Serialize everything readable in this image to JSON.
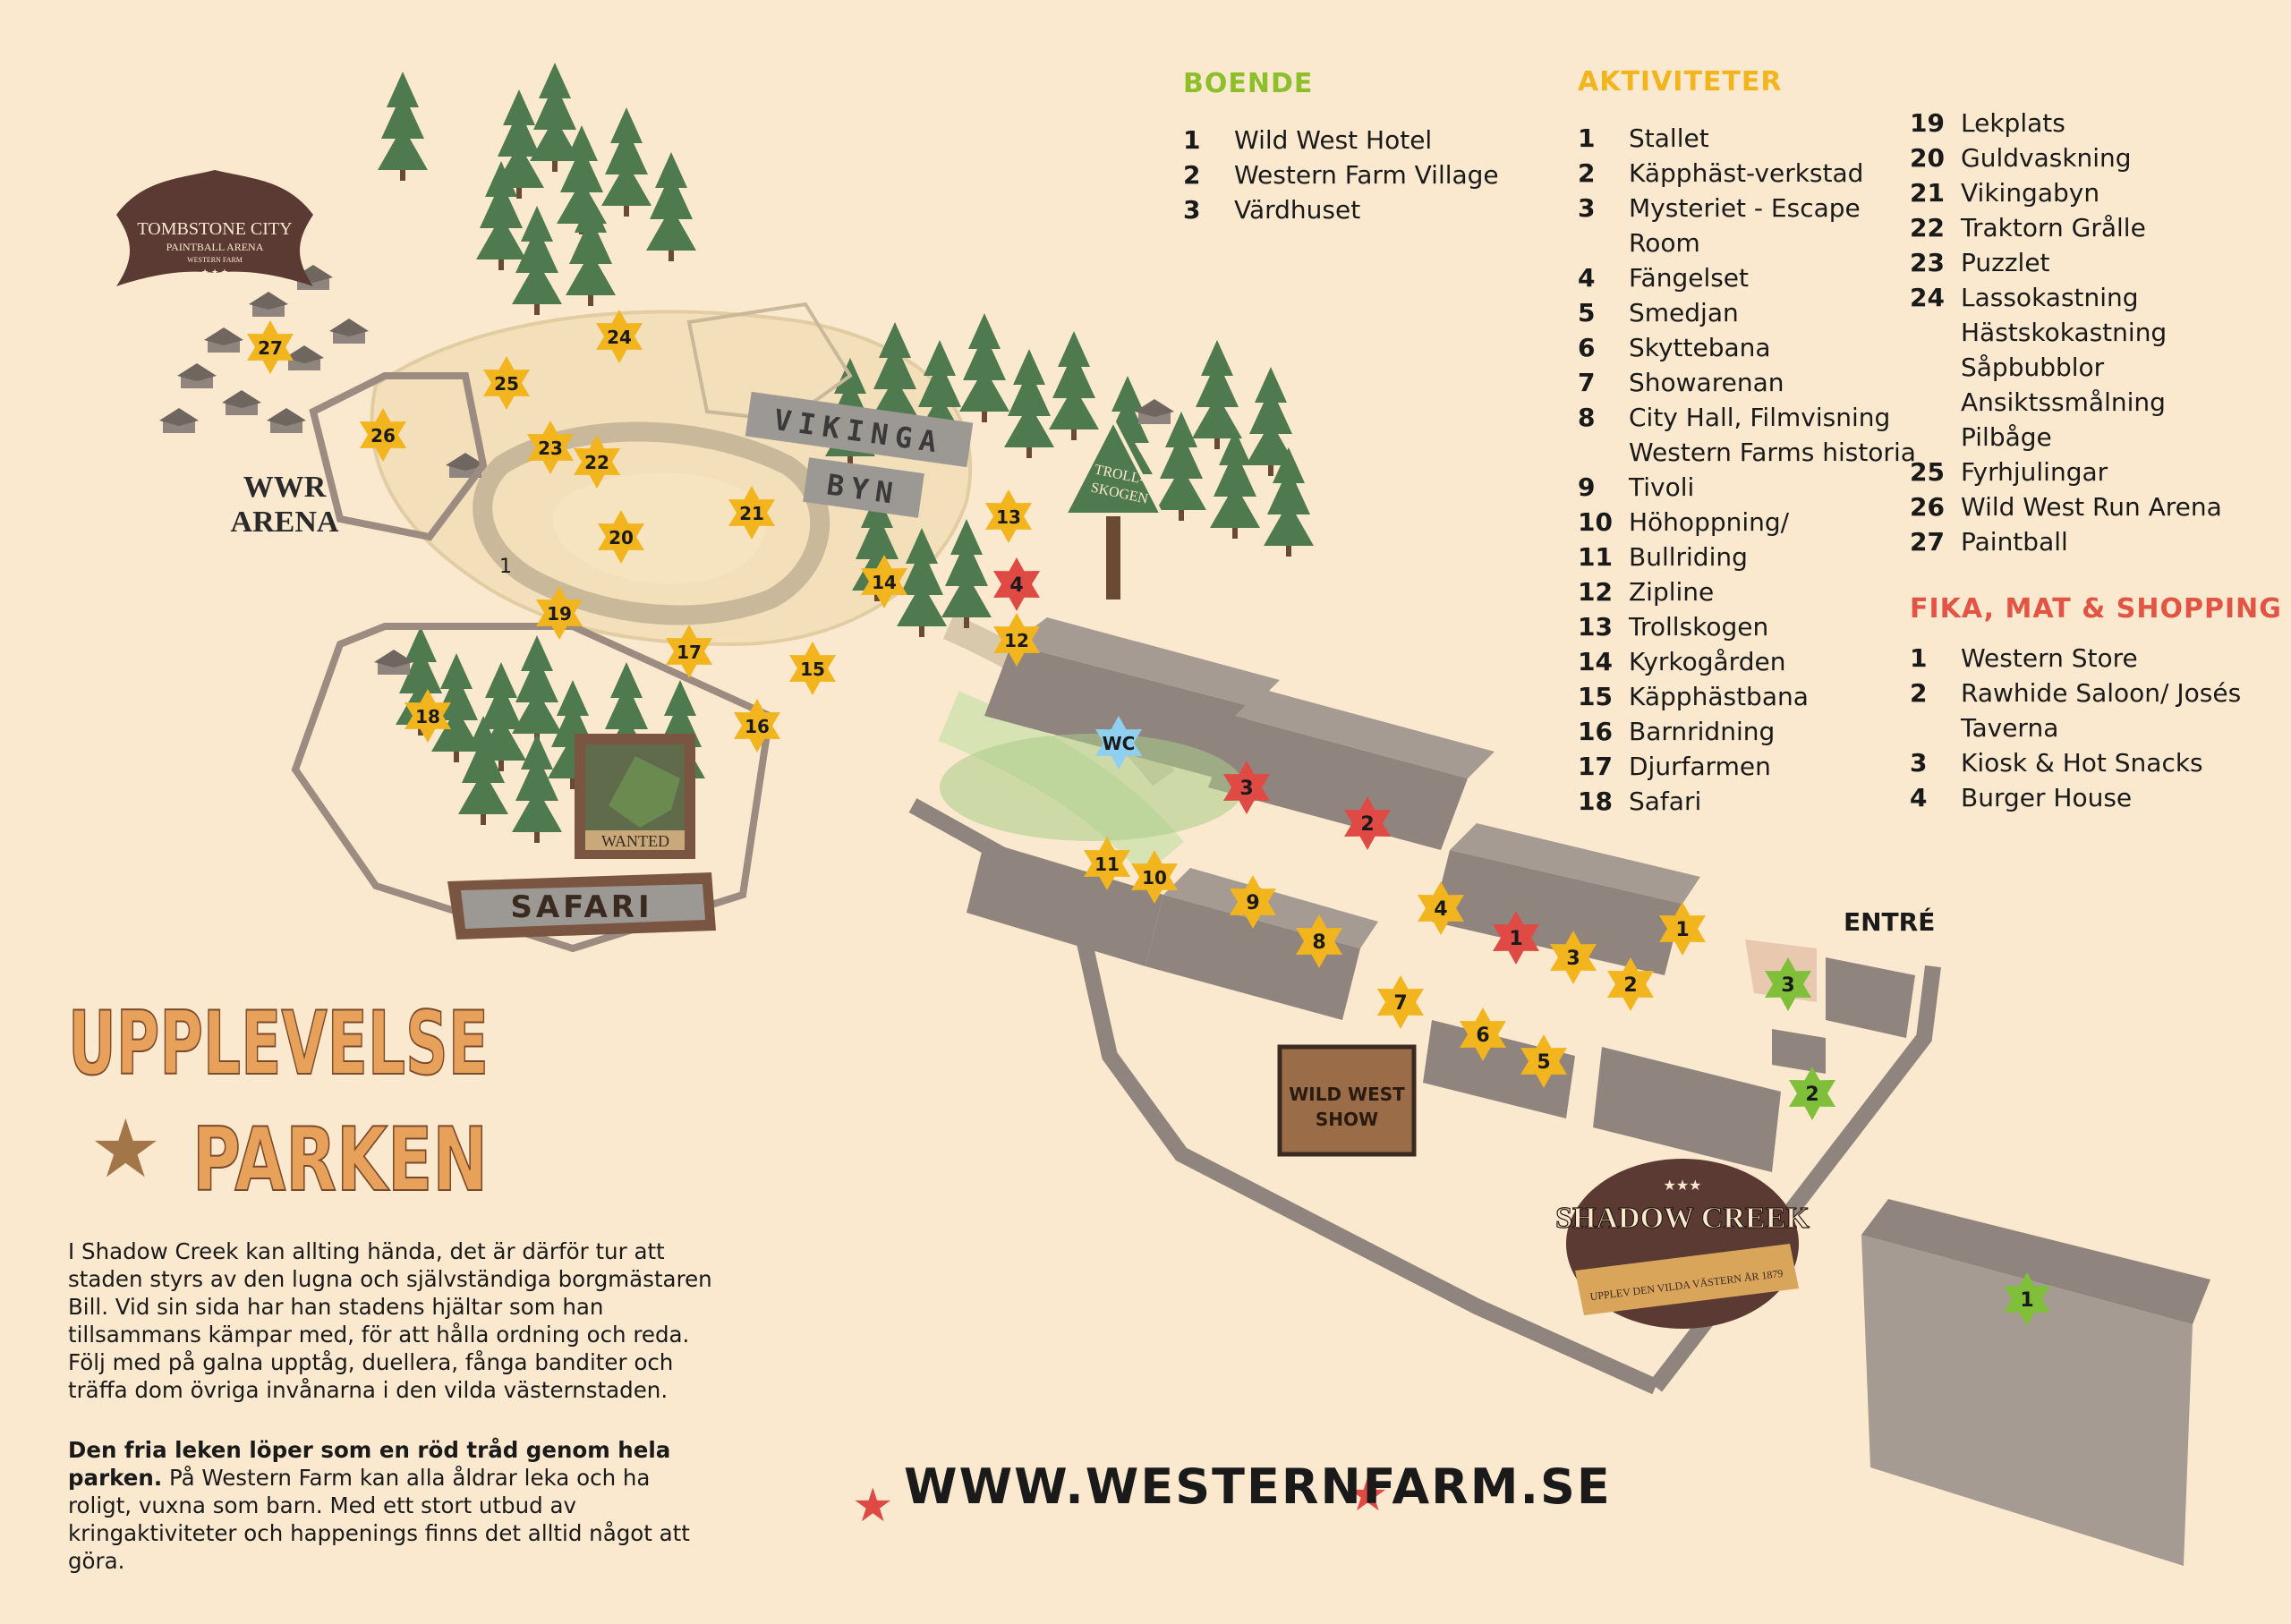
{
  "colors": {
    "background": "#fbe9cf",
    "boende_heading": "#8dbf2a",
    "aktiviteter_heading": "#f2b51e",
    "fika_heading": "#e25545",
    "star_yellow": "#f2b51e",
    "star_red": "#e04a44",
    "star_green": "#7fbf3a",
    "star_blue": "#8fd0f0",
    "title_orange": "#e8a15a",
    "building_grey": "#8f857e",
    "tree_green": "#4f7a4f",
    "sign_brown": "#7a5542"
  },
  "boende": {
    "heading": "BOENDE",
    "items": [
      {
        "num": "1",
        "label": "Wild West Hotel"
      },
      {
        "num": "2",
        "label": "Western Farm Village"
      },
      {
        "num": "3",
        "label": "Värdhuset"
      }
    ]
  },
  "aktiviteter": {
    "heading": "AKTIVITETER",
    "col1": [
      {
        "num": "1",
        "label": "Stallet"
      },
      {
        "num": "2",
        "label": "Käpphäst-verkstad"
      },
      {
        "num": "3",
        "label": "Mysteriet - Escape Room"
      },
      {
        "num": "4",
        "label": "Fängelset"
      },
      {
        "num": "5",
        "label": "Smedjan"
      },
      {
        "num": "6",
        "label": "Skyttebana"
      },
      {
        "num": "7",
        "label": "Showarenan"
      },
      {
        "num": "8",
        "label": "City Hall, Filmvisning Western Farms historia"
      },
      {
        "num": "9",
        "label": "Tivoli"
      },
      {
        "num": "10",
        "label": "Höhoppning/"
      },
      {
        "num": "11",
        "label": "Bullriding"
      },
      {
        "num": "12",
        "label": "Zipline"
      },
      {
        "num": "13",
        "label": "Trollskogen"
      },
      {
        "num": "14",
        "label": "Kyrkogården"
      },
      {
        "num": "15",
        "label": "Käpphästbana"
      },
      {
        "num": "16",
        "label": "Barnridning"
      },
      {
        "num": "17",
        "label": "Djurfarmen"
      },
      {
        "num": "18",
        "label": "Safari"
      }
    ],
    "col2": [
      {
        "num": "19",
        "label": "Lekplats"
      },
      {
        "num": "20",
        "label": "Guldvaskning"
      },
      {
        "num": "21",
        "label": "Vikingabyn"
      },
      {
        "num": "22",
        "label": "Traktorn Grålle"
      },
      {
        "num": "23",
        "label": "Puzzlet"
      },
      {
        "num": "24",
        "label": "Lassokastning"
      }
    ],
    "col2_extra": [
      "Hästskokastning",
      "Såpbubblor",
      "Ansiktssmålning",
      "Pilbåge"
    ],
    "col2_rest": [
      {
        "num": "25",
        "label": "Fyrhjulingar"
      },
      {
        "num": "26",
        "label": "Wild West Run Arena"
      },
      {
        "num": "27",
        "label": "Paintball"
      }
    ]
  },
  "fika": {
    "heading": "FIKA, MAT & SHOPPING",
    "items": [
      {
        "num": "1",
        "label": "Western Store"
      },
      {
        "num": "2",
        "label": "Rawhide Saloon/ Josés Taverna"
      },
      {
        "num": "3",
        "label": "Kiosk & Hot Snacks"
      },
      {
        "num": "4",
        "label": "Burger House"
      }
    ]
  },
  "map_labels": {
    "tombstone_title": "TOMBSTONE CITY",
    "tombstone_sub": "PAINTBALL ARENA",
    "tombstone_small": "WESTERN FARM",
    "tombstone_stars": "★ ★ ★",
    "wwr_line1": "WWR",
    "wwr_line2": "ARENA",
    "vikinga_line1": "VIKINGA",
    "vikinga_line2": "BYN",
    "troll_line1": "TROLL-",
    "troll_line2": "SKOGEN",
    "wanted": "WANTED",
    "safari": "SAFARI",
    "wc": "WC",
    "entre": "ENTRÉ",
    "wildwest_line1": "WILD WEST",
    "wildwest_line2": "SHOW",
    "shadow_title": "SHADOW CREEK",
    "shadow_stars": "★★★",
    "shadow_sub": "UPPLEV DEN VILDA VÄSTERN ÅR 1879",
    "title_line1": "UPPLEVELSE",
    "title_line2": "PARKEN",
    "title_star": "★",
    "hotel_marker": "1"
  },
  "markers": {
    "yellow": [
      "27",
      "24",
      "25",
      "26",
      "23",
      "22",
      "21",
      "20",
      "19",
      "17",
      "15",
      "16",
      "18",
      "14",
      "13",
      "12",
      "11",
      "10",
      "9",
      "8",
      "7",
      "6",
      "5",
      "4",
      "3",
      "2",
      "1"
    ],
    "red": [
      "4",
      "3",
      "2",
      "1"
    ],
    "green": [
      "3",
      "2",
      "1"
    ],
    "blue": [
      "WC"
    ]
  },
  "intro": {
    "p1": "I Shadow Creek kan allting hända, det är därför tur att staden styrs av den lugna och självständiga borgmästaren Bill. Vid sin sida har han stadens hjältar som han tillsammans kämpar med, för att hålla ordning och reda. Följ med på galna upptåg, duellera, fånga banditer och träffa dom övriga invånarna i den vilda västernstaden.",
    "p2_bold": "Den fria leken löper som en röd tråd genom hela parken.",
    "p2_rest": " På Western Farm kan alla åldrar leka och ha roligt, vuxna som barn. Med ett stort utbud av kringaktiviteter och happenings finns det alltid något att göra."
  },
  "footer": {
    "url": "WWW.WESTERNFARM.SE",
    "star": "★"
  }
}
